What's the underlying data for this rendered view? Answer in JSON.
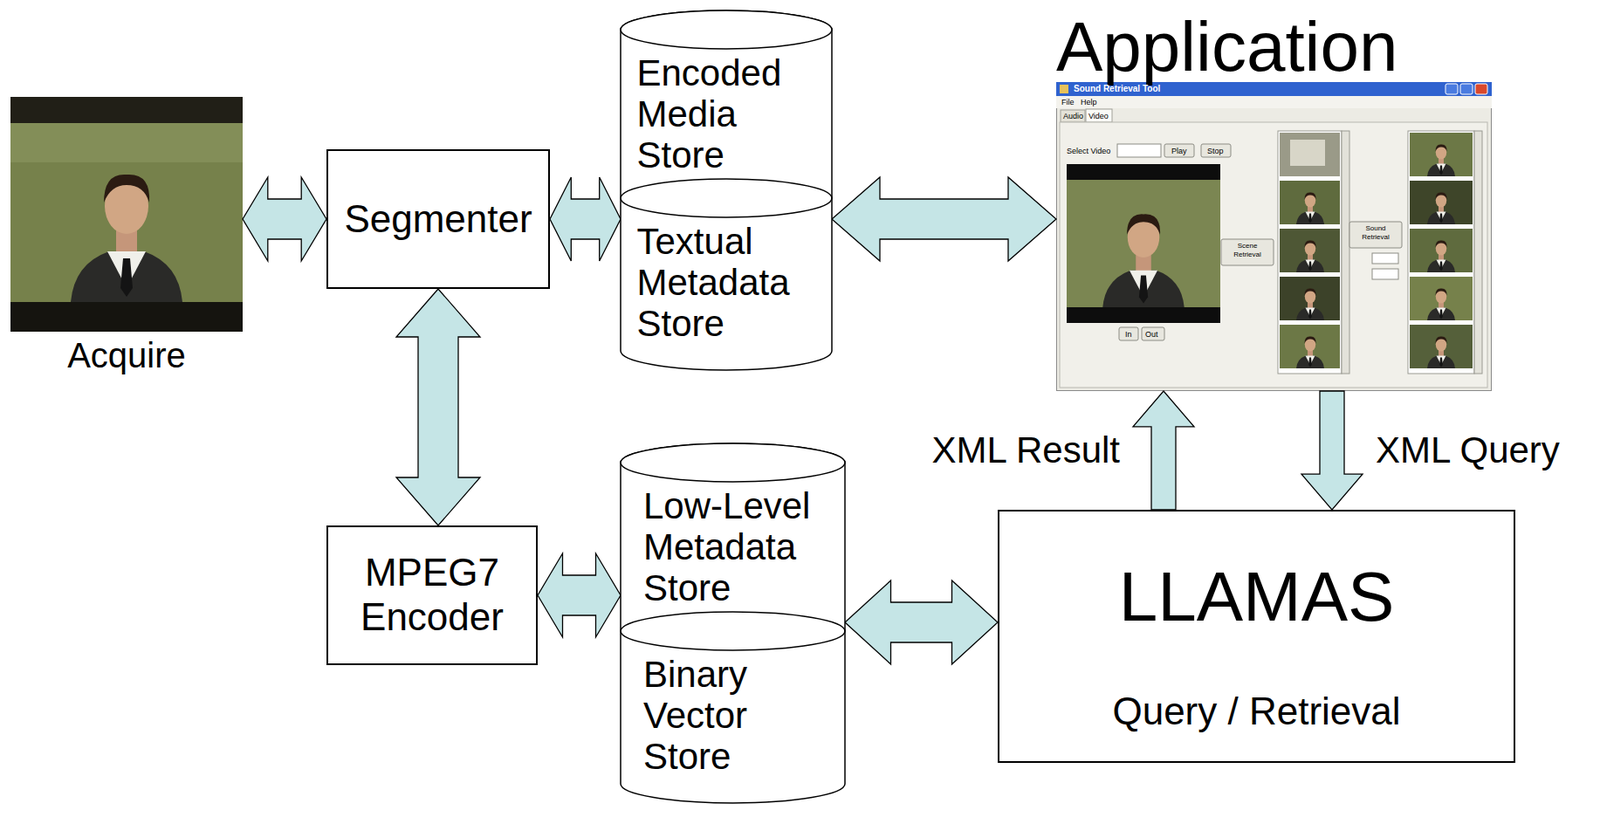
{
  "diagram": {
    "nodes": [
      {
        "text": [
          "Acquire"
        ]
      },
      {
        "text": [
          "Segmenter"
        ]
      },
      {
        "text": [
          "Encoded Media Store",
          "Textual Metadata Store"
        ]
      },
      {
        "text": [
          "Application"
        ]
      },
      {
        "text": [
          "MPEG7 Encoder"
        ]
      },
      {
        "text": [
          "Low-Level Metadata Store",
          "Binary Vector Store"
        ]
      },
      {
        "text": [
          "LLAMAS",
          "Query / Retrieval"
        ]
      }
    ],
    "edges": [
      {
        "from": 0,
        "to": 1,
        "arrow": "both"
      },
      {
        "from": 1,
        "to": 2,
        "arrow": "both"
      },
      {
        "from": 2,
        "to": 3,
        "arrow": "both"
      },
      {
        "from": 1,
        "to": 4,
        "arrow": "both"
      },
      {
        "from": 4,
        "to": 5,
        "arrow": "both"
      },
      {
        "from": 5,
        "to": 6,
        "arrow": "both"
      },
      {
        "from": 6,
        "to": 3,
        "arrow": "to",
        "label": "XML Result"
      },
      {
        "from": 3,
        "to": 6,
        "arrow": "to",
        "label": "XML Query"
      }
    ],
    "labels": [
      "Sound Retrieval Tool",
      "File",
      "Help",
      "Audio",
      "Video",
      "Select Video",
      "Play",
      "Stop",
      "Scene Retrieval",
      "Sound Retrieval",
      "In",
      "Out"
    ]
  }
}
